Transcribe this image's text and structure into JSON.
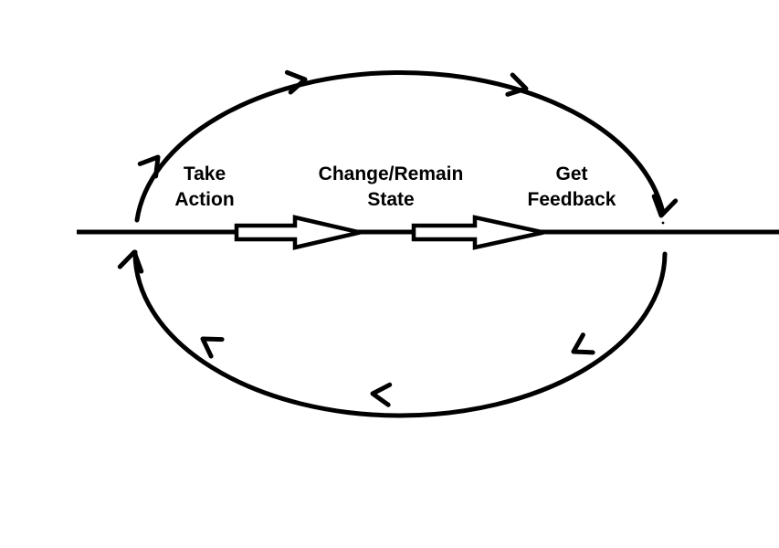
{
  "diagram": {
    "background": "#ffffff",
    "ink_color": "#000000",
    "nodes": [
      {
        "id": "take-action",
        "line1": "Take",
        "line2": "Action"
      },
      {
        "id": "change-remain-state",
        "line1": "Change/Remain",
        "line2": "State"
      },
      {
        "id": "get-feedback",
        "line1": "Get",
        "line2": "Feedback"
      }
    ],
    "flow": {
      "direction": "clockwise",
      "top_arc_arrowhead_count": 4,
      "bottom_arc_arrowhead_count": 4,
      "block_arrow_count": 2
    }
  }
}
